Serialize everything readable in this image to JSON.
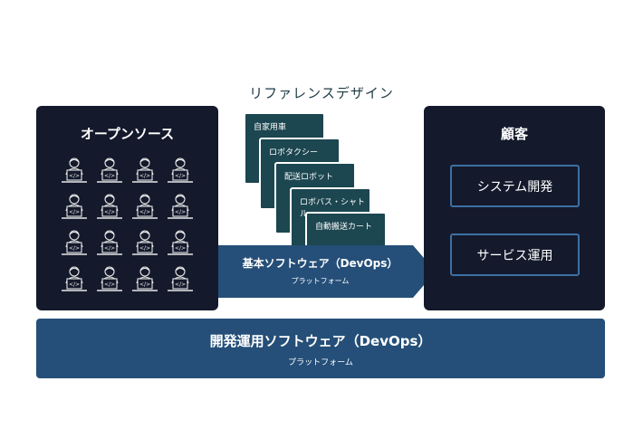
{
  "title": "リファレンスデザイン",
  "open_source": {
    "title": "オープンソース",
    "developer_count": 16
  },
  "reference_cards": [
    "自家用車",
    "ロボタクシー",
    "配送ロボット",
    "ロボバス・シャトル",
    "自動搬送カート"
  ],
  "base_software": {
    "title": "基本ソフトウェア（DevOps）",
    "subtitle": "プラットフォーム"
  },
  "customer": {
    "title": "顧客",
    "items": [
      "システム開発",
      "サービス運用"
    ]
  },
  "devops_bar": {
    "title": "開発運用ソフトウェア（DevOps）",
    "subtitle": "プラットフォーム"
  },
  "colors": {
    "panel": "#141a2c",
    "card": "#1c4650",
    "blue": "#254f78",
    "box_border": "#3d6fa3"
  }
}
